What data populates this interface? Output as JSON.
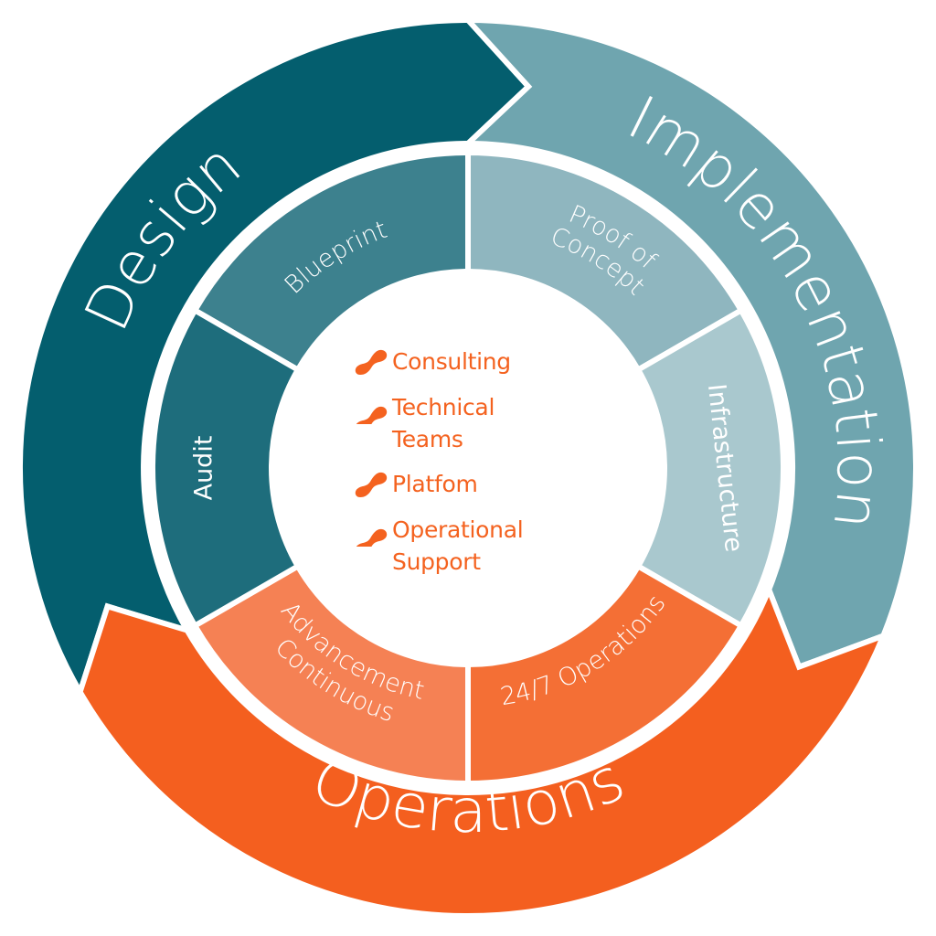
{
  "title": "Service lifecycle wheel",
  "colors": {
    "design": "#045E6E",
    "implementation": "#6FA5AF",
    "operations": "#F45F1F",
    "blueprint": "#3D818E",
    "audit": "#1E6D7C",
    "proof_of_concept": "#8FB6BF",
    "infrastructure": "#A9C8CE",
    "continuous_advancement": "#F58154",
    "ops_247": "#F46F35",
    "center_text": "#F4621F",
    "divider": "#FFFFFF"
  },
  "phases": [
    {
      "key": "design",
      "label": "Design",
      "icon": "arrow-segment"
    },
    {
      "key": "implementation",
      "label": "Implementation",
      "icon": "arrow-segment"
    },
    {
      "key": "operations",
      "label": "Operations",
      "icon": "arrow-segment"
    }
  ],
  "stages": [
    {
      "key": "blueprint",
      "label": "Blueprint",
      "phase": "design"
    },
    {
      "key": "proof_of_concept",
      "label": "Proof of\nConcept",
      "phase": "implementation"
    },
    {
      "key": "infrastructure",
      "label": "Infrastructure",
      "phase": "implementation"
    },
    {
      "key": "ops_247",
      "label": "24/7 Operations",
      "phase": "operations"
    },
    {
      "key": "continuous_advancement",
      "label": "Continuous\nAdvancement",
      "phase": "operations"
    },
    {
      "key": "audit",
      "label": "Audit",
      "phase": "design"
    }
  ],
  "center": {
    "bullet_icon": "infinity-loop-icon",
    "items": [
      {
        "label": "Consulting"
      },
      {
        "label": "Technical\nTeams"
      },
      {
        "label": "Platfom"
      },
      {
        "label": "Operational\nSupport"
      }
    ]
  }
}
